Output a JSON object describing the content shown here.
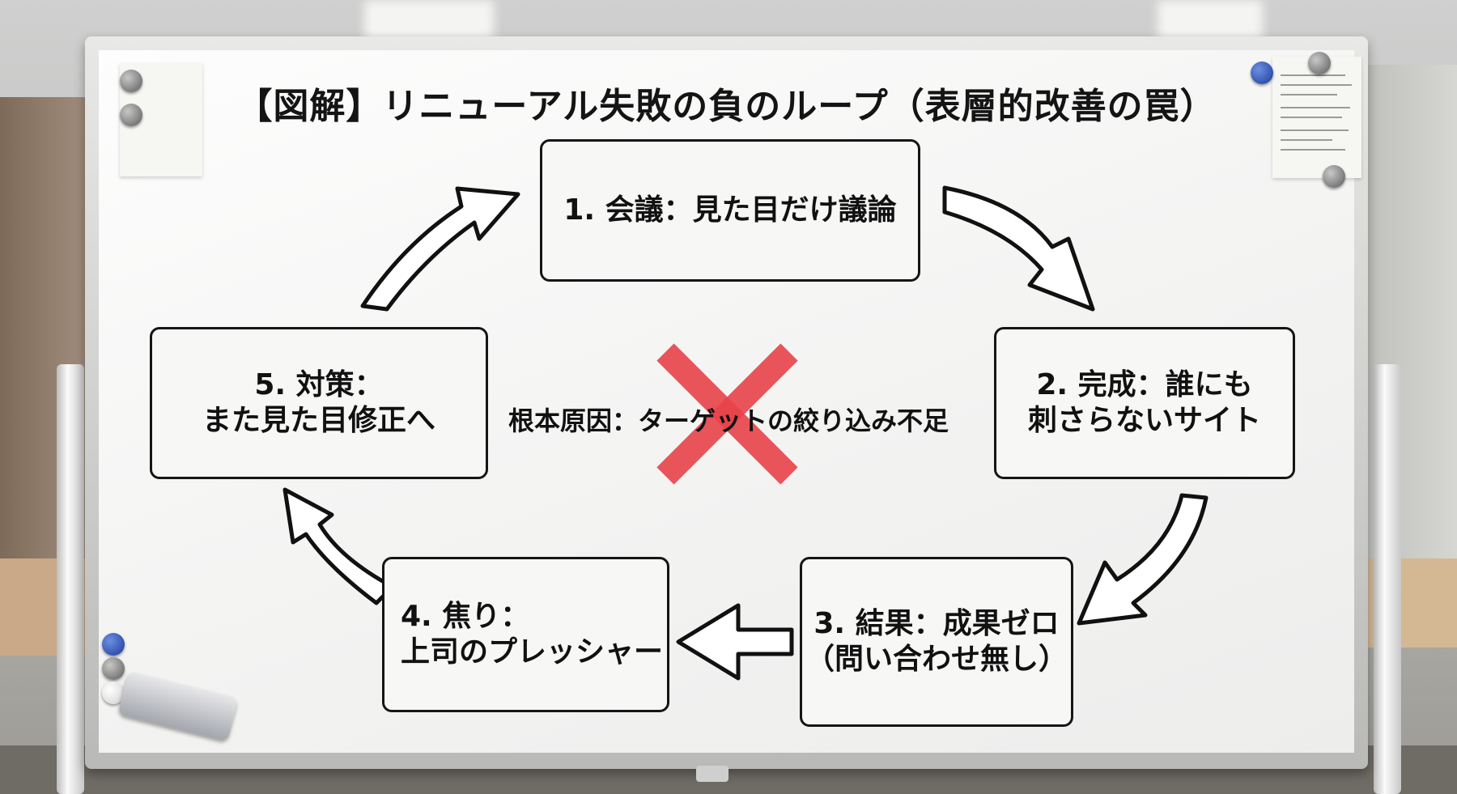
{
  "title": "【図解】リニューアル失敗の負のループ（表層的改善の罠）",
  "steps": [
    {
      "line1": "1. 会議：見た目だけ議論",
      "line2": ""
    },
    {
      "line1": "2. 完成：誰にも",
      "line2": "刺さらないサイト"
    },
    {
      "line1": "3. 結果：成果ゼロ",
      "line2": "（問い合わせ無し）"
    },
    {
      "line1": "4. 焦り：",
      "line2": "上司のプレッシャー"
    },
    {
      "line1": "5. 対策：",
      "line2": "また見た目修正へ"
    }
  ],
  "center": {
    "text": "根本原因：ターゲットの絞り込み不足",
    "cross_color": "#e8434a"
  },
  "colors": {
    "ink": "#141414",
    "board": "#f7f7f6"
  }
}
